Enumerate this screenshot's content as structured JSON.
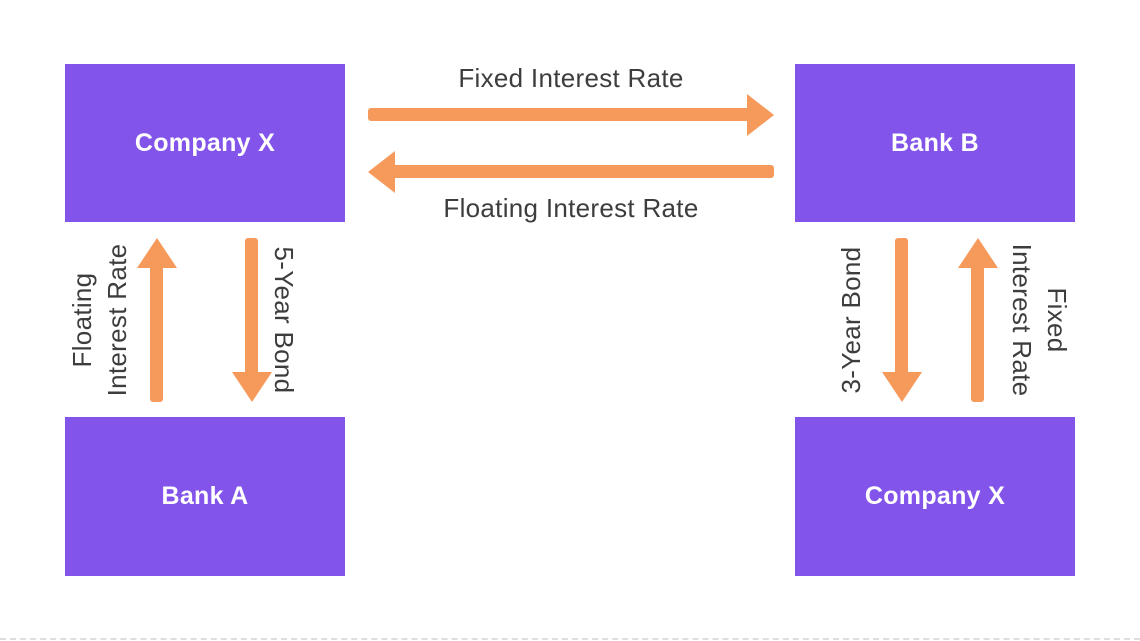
{
  "colors": {
    "box_fill": "#8254EA",
    "arrow": "#F69A5C",
    "label_text": "#3D3D3D",
    "box_text": "#FFFFFF",
    "background": "#FFFFFF"
  },
  "boxes": {
    "top_left": "Company X",
    "top_right": "Bank B",
    "bottom_left": "Bank A",
    "bottom_right": "Company X"
  },
  "flows": {
    "top_horizontal": "Fixed Interest Rate",
    "bottom_horizontal": "Floating Interest Rate",
    "left_pair_up": "Floating\nInterest Rate",
    "left_pair_down": "5-Year Bond",
    "right_pair_down": "3-Year Bond",
    "right_pair_up": "Fixed\nInterest Rate"
  }
}
